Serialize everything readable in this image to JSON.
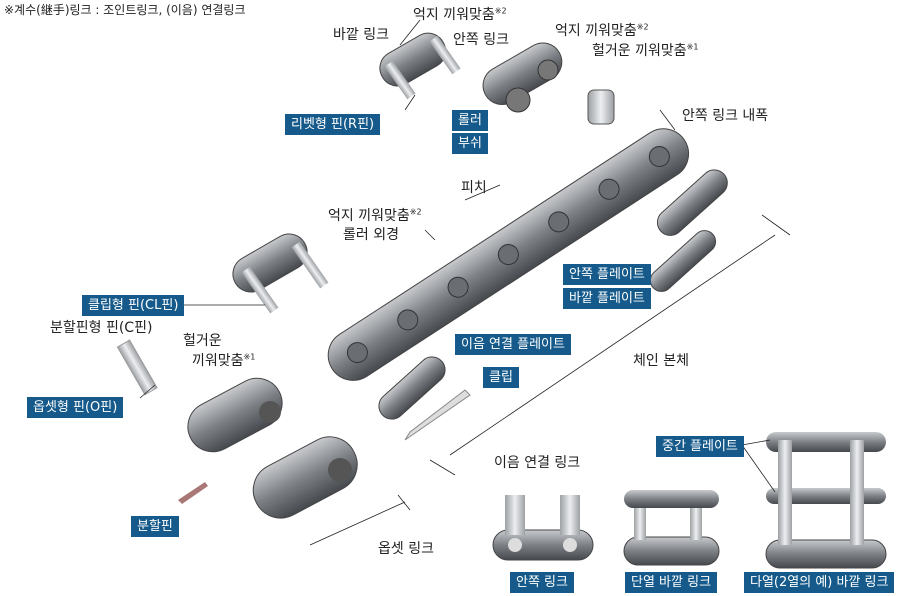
{
  "note": "※계수(継手)링크 : 조인트링크, (이음) 연결링크",
  "labels": {
    "outer_link": "바깥 링크",
    "press_fit_1": "억지 끼워맞춤",
    "inner_link": "안쪽 링크",
    "press_fit_2": "억지 끼워맞춤",
    "loose_fit_1": "헐거운 끼워맞춤",
    "inner_width": "안쪽 링크 내폭",
    "pitch": "피치",
    "press_fit_3": "억지 끼워맞춤",
    "roller_diameter": "롤러 외경",
    "cotter_pin_type": "분할핀형 핀(C핀)",
    "loose_fit_2a": "헐거운",
    "loose_fit_2b": "끼워맞춤",
    "chain_body": "체인 본체",
    "connecting_link": "이음 연결 링크",
    "offset_link": "옵셋 링크",
    "mark_1": "※1",
    "mark_2": "※2"
  },
  "boxes": {
    "rivet_pin": "리벳형 핀(R핀)",
    "roller": "롤러",
    "bushing": "부쉬",
    "clip_pin": "클립형 핀(CL핀)",
    "offset_pin": "옵셋형 핀(O핀)",
    "inner_plate": "안쪽 플레이트",
    "outer_plate": "바깥 플레이트",
    "connecting_plate": "이음 연결 플레이트",
    "clip": "클립",
    "cotter_pin": "분할핀",
    "middle_plate": "중간 플레이트",
    "inner_link_photo": "안쪽 링크",
    "single_outer_link": "단열 바깥 링크",
    "multi_outer_link": "다열(2열의 예) 바깥 링크"
  },
  "colors": {
    "label_bg": "#155a8a",
    "metal": "#8a8d92"
  }
}
